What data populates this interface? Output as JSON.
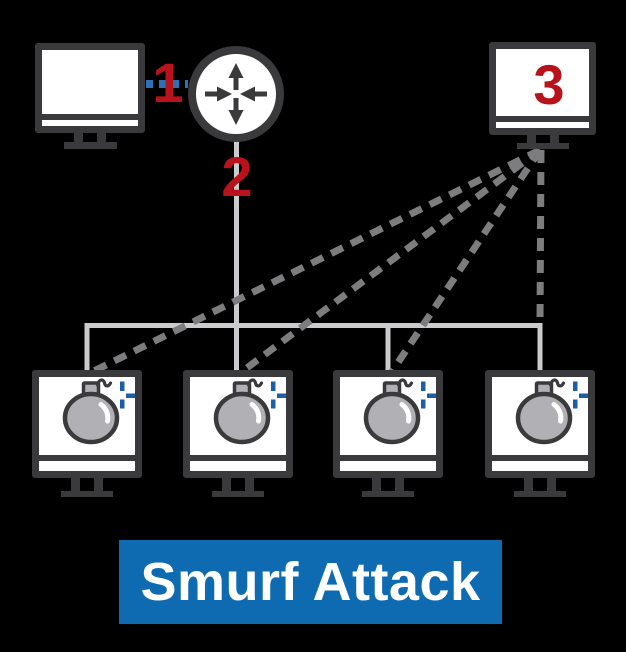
{
  "colors": {
    "background": "#000000",
    "ink": "#3a3a3c",
    "screen_white": "#ffffff",
    "light_line": "#cbcbce",
    "dash_line": "#7d7d80",
    "bomb_gray": "#b1b1b5",
    "label_red": "#b8131a",
    "link_blue": "#2d72b4",
    "spark_blue": "#1c5fa9",
    "banner_blue": "#0e6bb1",
    "banner_text": "#ffffff"
  },
  "labels": {
    "step1": "1",
    "step2": "2",
    "step3": "3"
  },
  "banner": {
    "text": "Smurf Attack"
  },
  "nodes": {
    "attacker": {
      "name": "attacker-computer",
      "icon": "desktop-monitor-icon"
    },
    "router": {
      "name": "router",
      "icon": "circle-four-arrows-icon"
    },
    "victim": {
      "name": "victim-computer",
      "icon": "desktop-monitor-icon"
    },
    "amplifier_count": 4,
    "amplifier_icon": "bomb-with-blue-spark-icon"
  }
}
